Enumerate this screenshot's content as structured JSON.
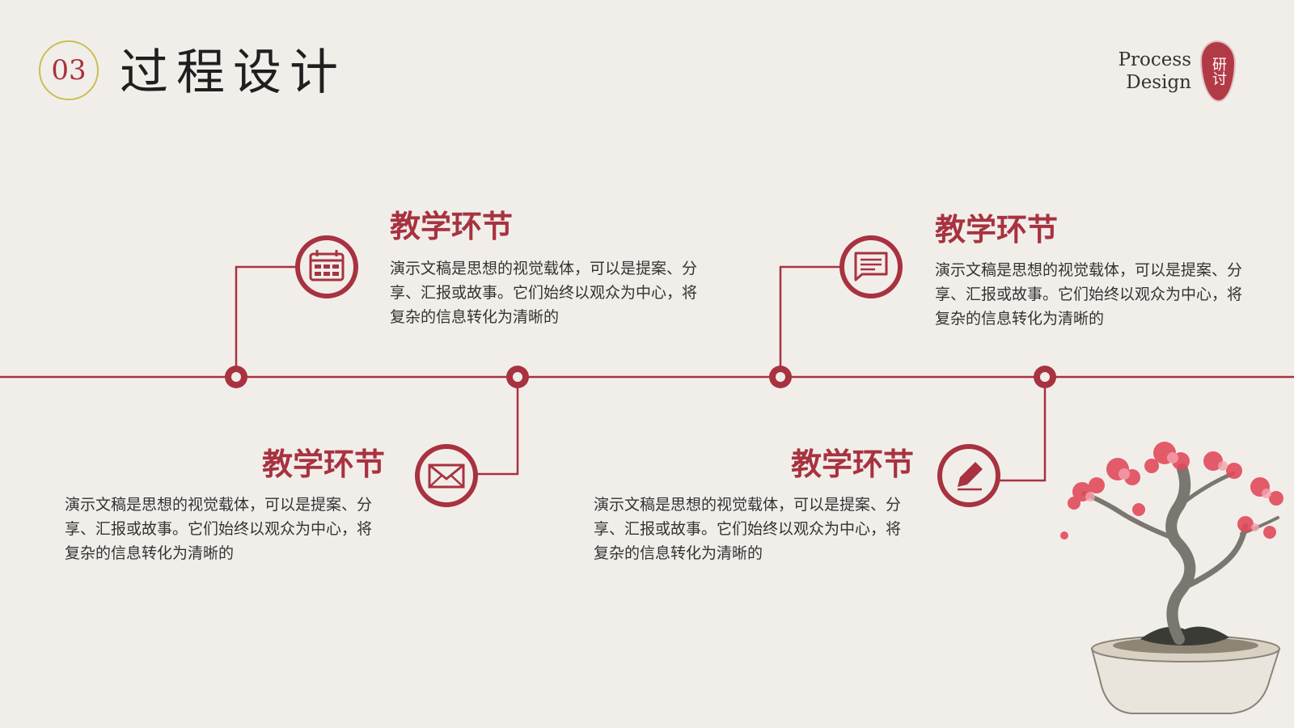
{
  "header": {
    "number": "03",
    "title": "过程设计",
    "label_line1": "Process",
    "label_line2": "Design",
    "seal_text": "研讨"
  },
  "items": [
    {
      "title": "教学环节",
      "text": "演示文稿是思想的视觉载体，可以是提案、分享、汇报或故事。它们始终以观众为中心，将复杂的信息转化为清晰的",
      "icon": "calendar-icon"
    },
    {
      "title": "教学环节",
      "text": "演示文稿是思想的视觉载体，可以是提案、分享、汇报或故事。它们始终以观众为中心，将复杂的信息转化为清晰的",
      "icon": "envelope-icon"
    },
    {
      "title": "教学环节",
      "text": "演示文稿是思想的视觉载体，可以是提案、分享、汇报或故事。它们始终以观众为中心，将复杂的信息转化为清晰的",
      "icon": "chat-icon"
    },
    {
      "title": "教学环节",
      "text": "演示文稿是思想的视觉载体，可以是提案、分享、汇报或故事。它们始终以观众为中心，将复杂的信息转化为清晰的",
      "icon": "pencil-icon"
    }
  ],
  "colors": {
    "accent": "#a8323f",
    "background": "#f1eeea",
    "badge_ring": "#c9bf54"
  }
}
